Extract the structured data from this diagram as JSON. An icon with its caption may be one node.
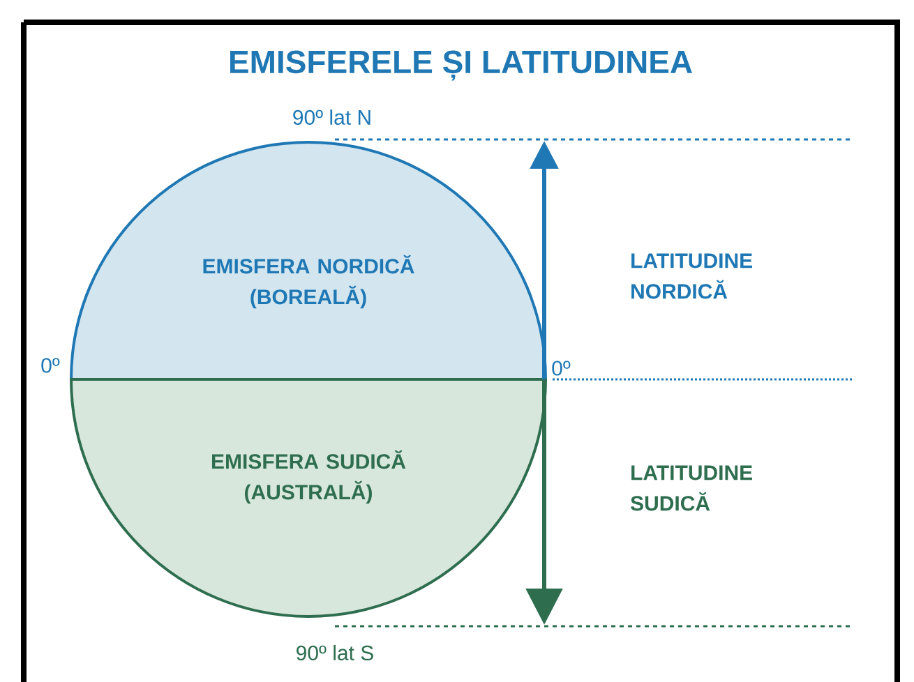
{
  "diagram": {
    "title": "EMISFERELE ȘI LATITUDINEA",
    "nodes": [
      {
        "text": [
          "EMISFERA NORDICĂ (BOREALĂ)"
        ]
      },
      {
        "text": [
          "EMISFERA SUDICĂ (AUSTRALĂ)"
        ]
      }
    ],
    "labels": [
      "90º lat N",
      "0º",
      "0º",
      "LATITUDINE NORDICĂ",
      "LATITUDINE SUDICĂ",
      "90º lat S"
    ]
  }
}
